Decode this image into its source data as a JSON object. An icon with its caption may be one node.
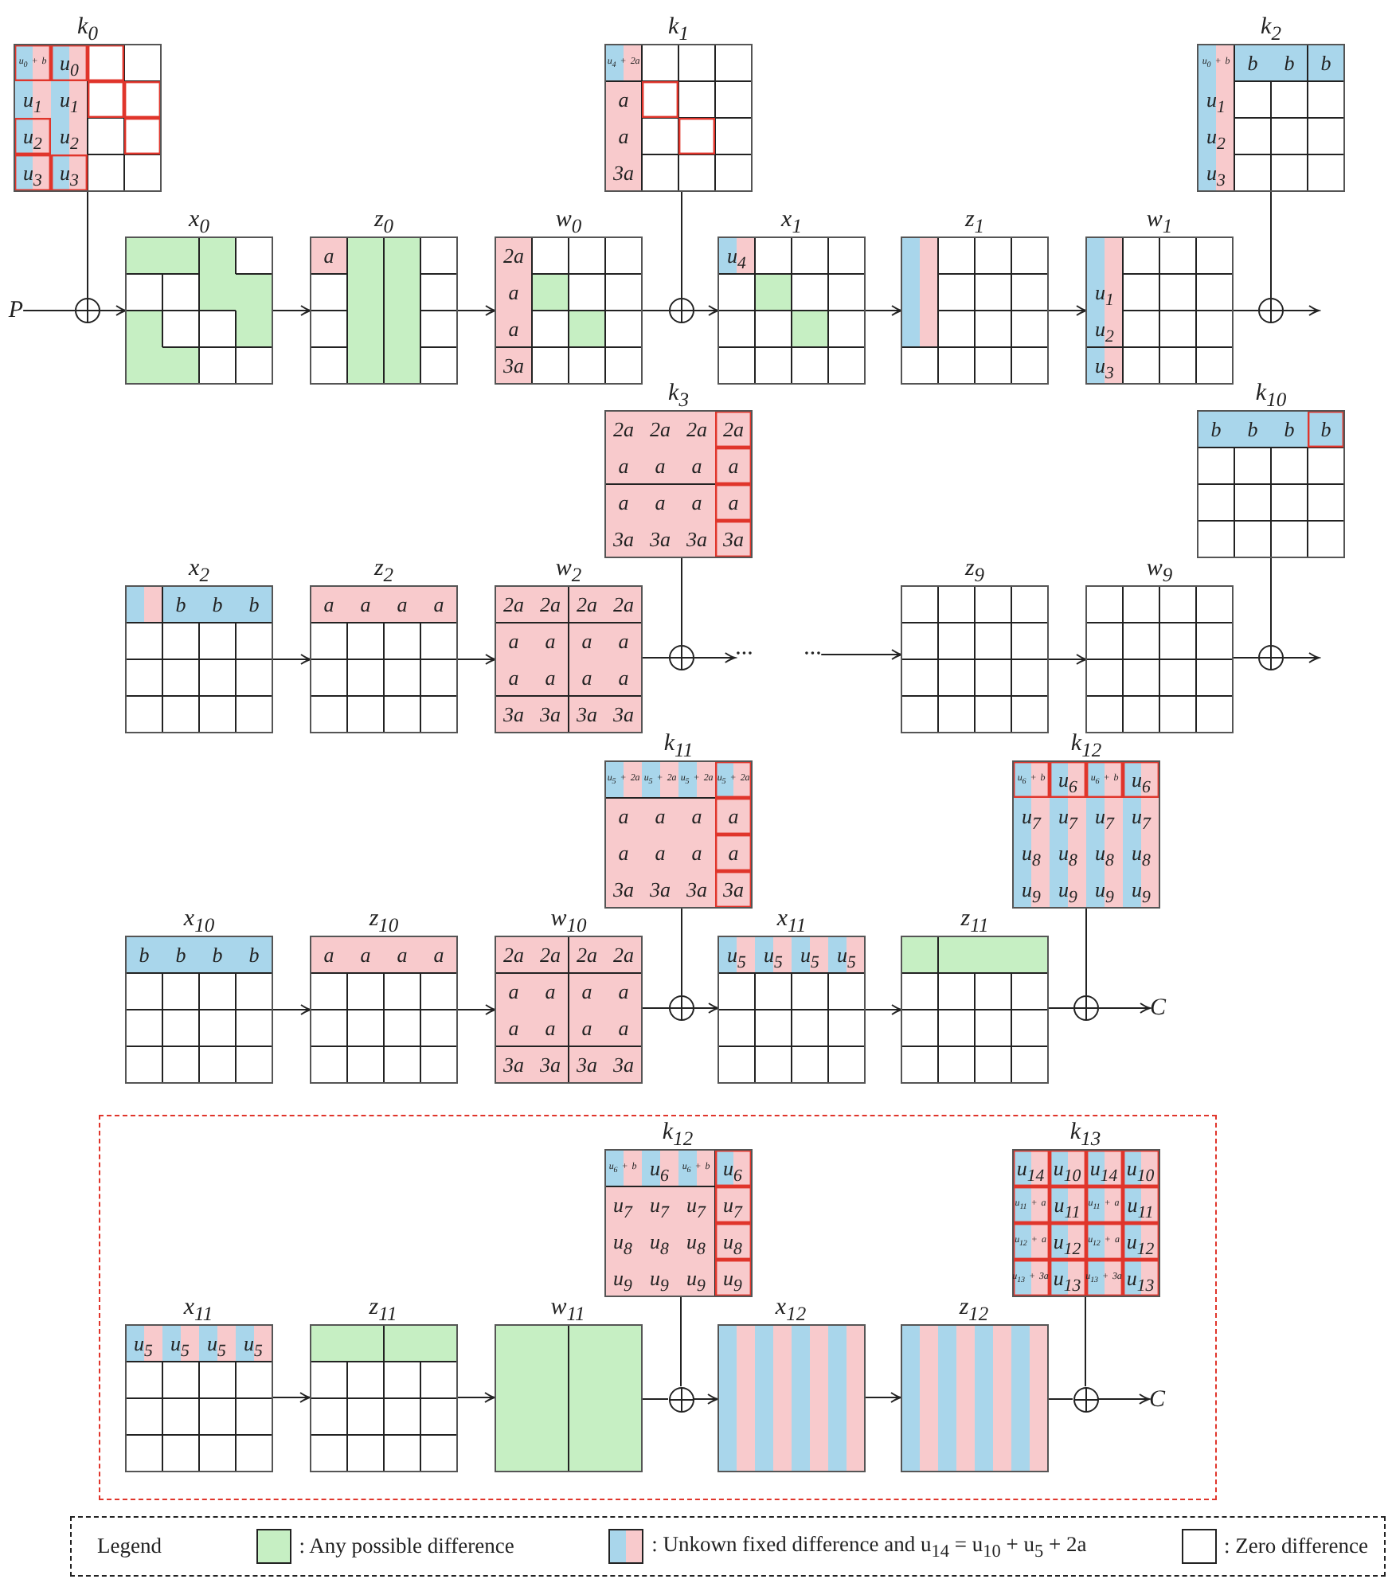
{
  "diagram": {
    "nodes": [
      {
        "text": [
          "k$_{0}$",
          "u$_{0}$ + b",
          "u$_{0}$",
          "u$_{1}$",
          "u$_{1}$",
          "u$_{2}$",
          "u$_{2}$",
          "u$_{3}$",
          "u$_{3}$"
        ]
      },
      {
        "text": [
          "P"
        ]
      },
      {
        "text": [],
        "shape": "circle"
      },
      {
        "text": [
          "x$_{0}$"
        ]
      },
      {
        "text": [
          "z$_{0}$",
          "a"
        ]
      },
      {
        "text": [
          "w$_{0}$",
          "2a",
          "a",
          "a",
          "3a"
        ]
      },
      {
        "text": [
          "k$_{1}$",
          "u$_{4}$ + 2a",
          "a",
          "a",
          "3a"
        ]
      },
      {
        "text": [],
        "shape": "circle"
      },
      {
        "text": [
          "x$_{1}$",
          "u$_{4}$"
        ]
      },
      {
        "text": [
          "z$_{1}$"
        ]
      },
      {
        "text": [
          "w$_{1}$",
          "u$_{1}$",
          "u$_{2}$",
          "u$_{3}$"
        ]
      },
      {
        "text": [
          "k$_{2}$",
          "u$_{0}$ + b",
          "b",
          "b",
          "b",
          "u$_{1}$",
          "u$_{2}$",
          "u$_{3}$"
        ]
      },
      {
        "text": [],
        "shape": "circle"
      },
      {
        "text": [
          "k$_{3}$",
          "2a",
          "2a",
          "2a",
          "2a",
          "a",
          "a",
          "a",
          "a",
          "a",
          "a",
          "a",
          "a",
          "3a",
          "3a",
          "3a",
          "3a"
        ]
      },
      {
        "text": [
          "k$_{10}$",
          "b",
          "b",
          "b",
          "b"
        ]
      },
      {
        "text": [
          "x$_{2}$",
          "b",
          "b",
          "b"
        ]
      },
      {
        "text": [
          "z$_{2}$",
          "a",
          "a",
          "a",
          "a"
        ]
      },
      {
        "text": [
          "w$_{2}$",
          "2a",
          "2a",
          "2a",
          "2a",
          "a",
          "a",
          "a",
          "a",
          "a",
          "a",
          "a",
          "a",
          "3a",
          "3a",
          "3a",
          "3a"
        ]
      },
      {
        "text": [],
        "shape": "circle"
      },
      {
        "text": [
          "···"
        ]
      },
      {
        "text": [
          "···"
        ]
      },
      {
        "text": [
          "z$_{9}$"
        ]
      },
      {
        "text": [
          "w$_{9}$"
        ]
      },
      {
        "text": [],
        "shape": "circle"
      },
      {
        "text": [
          "k$_{11}$",
          "u$_{5}$ + 2a",
          "u$_{5}$ + 2a",
          "u$_{5}$ + 2a",
          "u$_{5}$ + 2a",
          "a",
          "a",
          "a",
          "a",
          "a",
          "a",
          "a",
          "a",
          "3a",
          "3a",
          "3a",
          "3a"
        ]
      },
      {
        "text": [
          "k$_{12}$",
          "u$_{6}$ + b",
          "u$_{6}$",
          "u$_{6}$ + b",
          "u$_{6}$",
          "u$_{7}$",
          "u$_{7}$",
          "u$_{7}$",
          "u$_{7}$",
          "u$_{8}$",
          "u$_{8}$",
          "u$_{8}$",
          "u$_{8}$",
          "u$_{9}$",
          "u$_{9}$",
          "u$_{9}$",
          "u$_{9}$"
        ]
      },
      {
        "text": [
          "x$_{10}$",
          "b",
          "b",
          "b",
          "b"
        ]
      },
      {
        "text": [
          "z$_{10}$",
          "a",
          "a",
          "a",
          "a"
        ]
      },
      {
        "text": [
          "w$_{10}$",
          "2a",
          "2a",
          "2a",
          "2a",
          "a",
          "a",
          "a",
          "a",
          "a",
          "a",
          "a",
          "a",
          "3a",
          "3a",
          "3a",
          "3a"
        ]
      },
      {
        "text": [],
        "shape": "circle"
      },
      {
        "text": [
          "x$_{11}$",
          "u$_{5}$",
          "u$_{5}$",
          "u$_{5}$",
          "u$_{5}$"
        ]
      },
      {
        "text": [
          "z$_{11}$"
        ]
      },
      {
        "text": [],
        "shape": "circle"
      },
      {
        "text": [
          "C"
        ]
      },
      {
        "text": [],
        "shape": "box"
      },
      {
        "text": [
          "k$_{12}$",
          "u$_{6}$ + b",
          "u$_{6}$",
          "u$_{6}$ + b",
          "u$_{6}$",
          "u$_{7}$",
          "u$_{7}$",
          "u$_{7}$",
          "u$_{7}$",
          "u$_{8}$",
          "u$_{8}$",
          "u$_{8}$",
          "u$_{8}$",
          "u$_{9}$",
          "u$_{9}$",
          "u$_{9}$",
          "u$_{9}$"
        ],
        "in": 34
      },
      {
        "text": [
          "k$_{13}$",
          "u$_{14}$",
          "u$_{10}$",
          "u$_{14}$",
          "u$_{10}$",
          "u$_{11}$ + a",
          "u$_{11}$",
          "u$_{11}$ + a",
          "u$_{11}$",
          "u$_{12}$ + a",
          "u$_{12}$",
          "u$_{12}$ + a",
          "u$_{12}$",
          "u$_{13}$ + 3a",
          "u$_{13}$",
          "u$_{13}$ + 3a",
          "u$_{13}$"
        ],
        "in": 34
      },
      {
        "text": [
          "x$_{11}$",
          "u$_{5}$",
          "u$_{5}$",
          "u$_{5}$",
          "u$_{5}$"
        ],
        "in": 34
      },
      {
        "text": [
          "z$_{11}$"
        ],
        "in": 34
      },
      {
        "text": [
          "w$_{11}$"
        ],
        "in": 34
      },
      {
        "text": [],
        "shape": "circle",
        "in": 34
      },
      {
        "text": [
          "x$_{12}$"
        ],
        "in": 34
      },
      {
        "text": [
          "z$_{12}$"
        ],
        "in": 34
      },
      {
        "text": [],
        "shape": "circle",
        "in": 34
      },
      {
        "text": [
          "C"
        ],
        "in": 34
      }
    ],
    "edges": [
      {
        "from": 1,
        "to": 2,
        "arrow": "none"
      },
      {
        "from": 0,
        "to": 2,
        "arrow": "none"
      },
      {
        "from": 2,
        "to": 3,
        "arrow": "to"
      },
      {
        "from": 3,
        "to": 4,
        "arrow": "to"
      },
      {
        "from": 4,
        "to": 5,
        "arrow": "to"
      },
      {
        "from": 5,
        "to": 7,
        "arrow": "none"
      },
      {
        "from": 6,
        "to": 7,
        "arrow": "none"
      },
      {
        "from": 7,
        "to": 8,
        "arrow": "to"
      },
      {
        "from": 8,
        "to": 9,
        "arrow": "to"
      },
      {
        "from": 9,
        "to": 10,
        "arrow": "to"
      },
      {
        "from": 10,
        "to": 12,
        "arrow": "none"
      },
      {
        "from": 11,
        "to": 12,
        "arrow": "none"
      },
      {
        "from": 12,
        "to": null,
        "arrow": "to"
      },
      {
        "from": 15,
        "to": 16,
        "arrow": "to"
      },
      {
        "from": 16,
        "to": 17,
        "arrow": "to"
      },
      {
        "from": 17,
        "to": 18,
        "arrow": "none"
      },
      {
        "from": 13,
        "to": 18,
        "arrow": "none"
      },
      {
        "from": 18,
        "to": 19,
        "arrow": "to"
      },
      {
        "from": 20,
        "to": 21,
        "arrow": "to"
      },
      {
        "from": 21,
        "to": 22,
        "arrow": "to"
      },
      {
        "from": 22,
        "to": 23,
        "arrow": "none"
      },
      {
        "from": 14,
        "to": 23,
        "arrow": "none"
      },
      {
        "from": 23,
        "to": null,
        "arrow": "to"
      },
      {
        "from": 26,
        "to": 27,
        "arrow": "to"
      },
      {
        "from": 27,
        "to": 28,
        "arrow": "to"
      },
      {
        "from": 28,
        "to": 29,
        "arrow": "none"
      },
      {
        "from": 24,
        "to": 29,
        "arrow": "none"
      },
      {
        "from": 29,
        "to": 30,
        "arrow": "to"
      },
      {
        "from": 30,
        "to": 31,
        "arrow": "to"
      },
      {
        "from": 31,
        "to": 32,
        "arrow": "none"
      },
      {
        "from": 25,
        "to": 32,
        "arrow": "none"
      },
      {
        "from": 32,
        "to": 33,
        "arrow": "to"
      },
      {
        "from": 37,
        "to": 38,
        "arrow": "to"
      },
      {
        "from": 38,
        "to": 39,
        "arrow": "to"
      },
      {
        "from": 39,
        "to": 40,
        "arrow": "none"
      },
      {
        "from": 35,
        "to": 40,
        "arrow": "none"
      },
      {
        "from": 40,
        "to": 41,
        "arrow": "to"
      },
      {
        "from": 41,
        "to": 42,
        "arrow": "to"
      },
      {
        "from": 42,
        "to": 43,
        "arrow": "none"
      },
      {
        "from": 36,
        "to": 43,
        "arrow": "none"
      },
      {
        "from": 43,
        "to": 44,
        "arrow": "to"
      }
    ],
    "labels": [
      "Legend"
    ],
    "legend": [
      {
        "text": ": Any possible difference",
        "color": "#c6efc3"
      },
      {
        "text": ": Unkown fixed difference and u$_{14}$ = u$_{10}$ + u$_{5}$ + 2a"
      },
      {
        "text": ": Zero difference",
        "color": "#ffffff"
      }
    ]
  }
}
